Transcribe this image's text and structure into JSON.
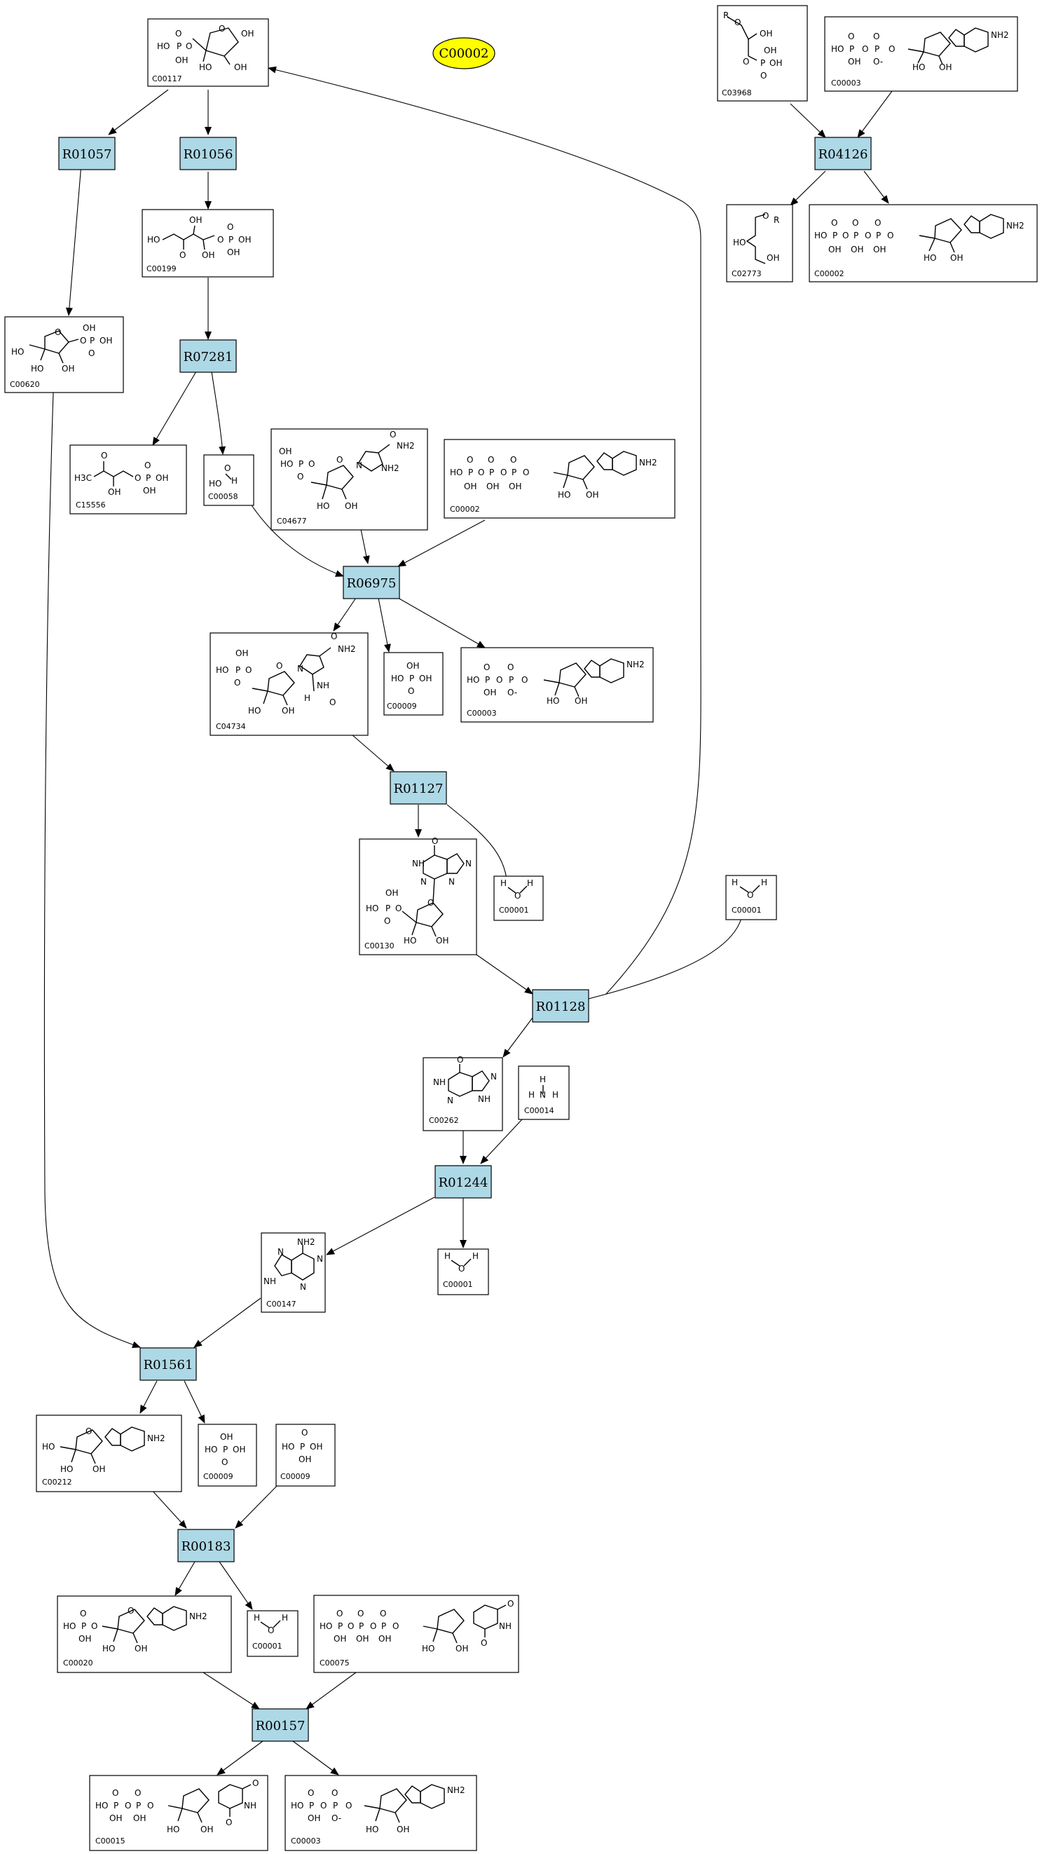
{
  "title_node": "C00002",
  "compounds": {
    "c00117": "C00117",
    "c03968": "C03968",
    "c00003_top": "C00003",
    "c00199": "C00199",
    "c02773": "C02773",
    "c00002_top": "C00002",
    "c00620": "C00620",
    "c15556": "C15556",
    "c00058": "C00058",
    "c04677": "C04677",
    "c00002_mid": "C00002",
    "c04734": "C04734",
    "c00009_a": "C00009",
    "c00003_mid": "C00003",
    "c00130": "C00130",
    "c00001_a": "C00001",
    "c00001_b": "C00001",
    "c00262": "C00262",
    "c00014": "C00014",
    "c00001_c": "C00001",
    "c00147": "C00147",
    "c00212": "C00212",
    "c00009_b": "C00009",
    "c00009_c": "C00009",
    "c00020": "C00020",
    "c00001_d": "C00001",
    "c00075": "C00075",
    "c00015": "C00015",
    "c00003_bot": "C00003"
  },
  "reactions": {
    "r01057": "R01057",
    "r01056": "R01056",
    "r04126": "R04126",
    "r07281": "R07281",
    "r06975": "R06975",
    "r01127": "R01127",
    "r01128": "R01128",
    "r01244": "R01244",
    "r01561": "R01561",
    "r00183": "R00183",
    "r00157": "R00157"
  },
  "atoms": {
    "HO": "HO",
    "OH": "OH",
    "O": "O",
    "P": "P",
    "N": "N",
    "NH": "NH",
    "NH2": "NH2",
    "H": "H",
    "R": "R",
    "H3C": "H3C",
    "O-": "O-"
  },
  "colors": {
    "reaction_fill": "#add8e6",
    "title_fill": "#ffff00"
  }
}
